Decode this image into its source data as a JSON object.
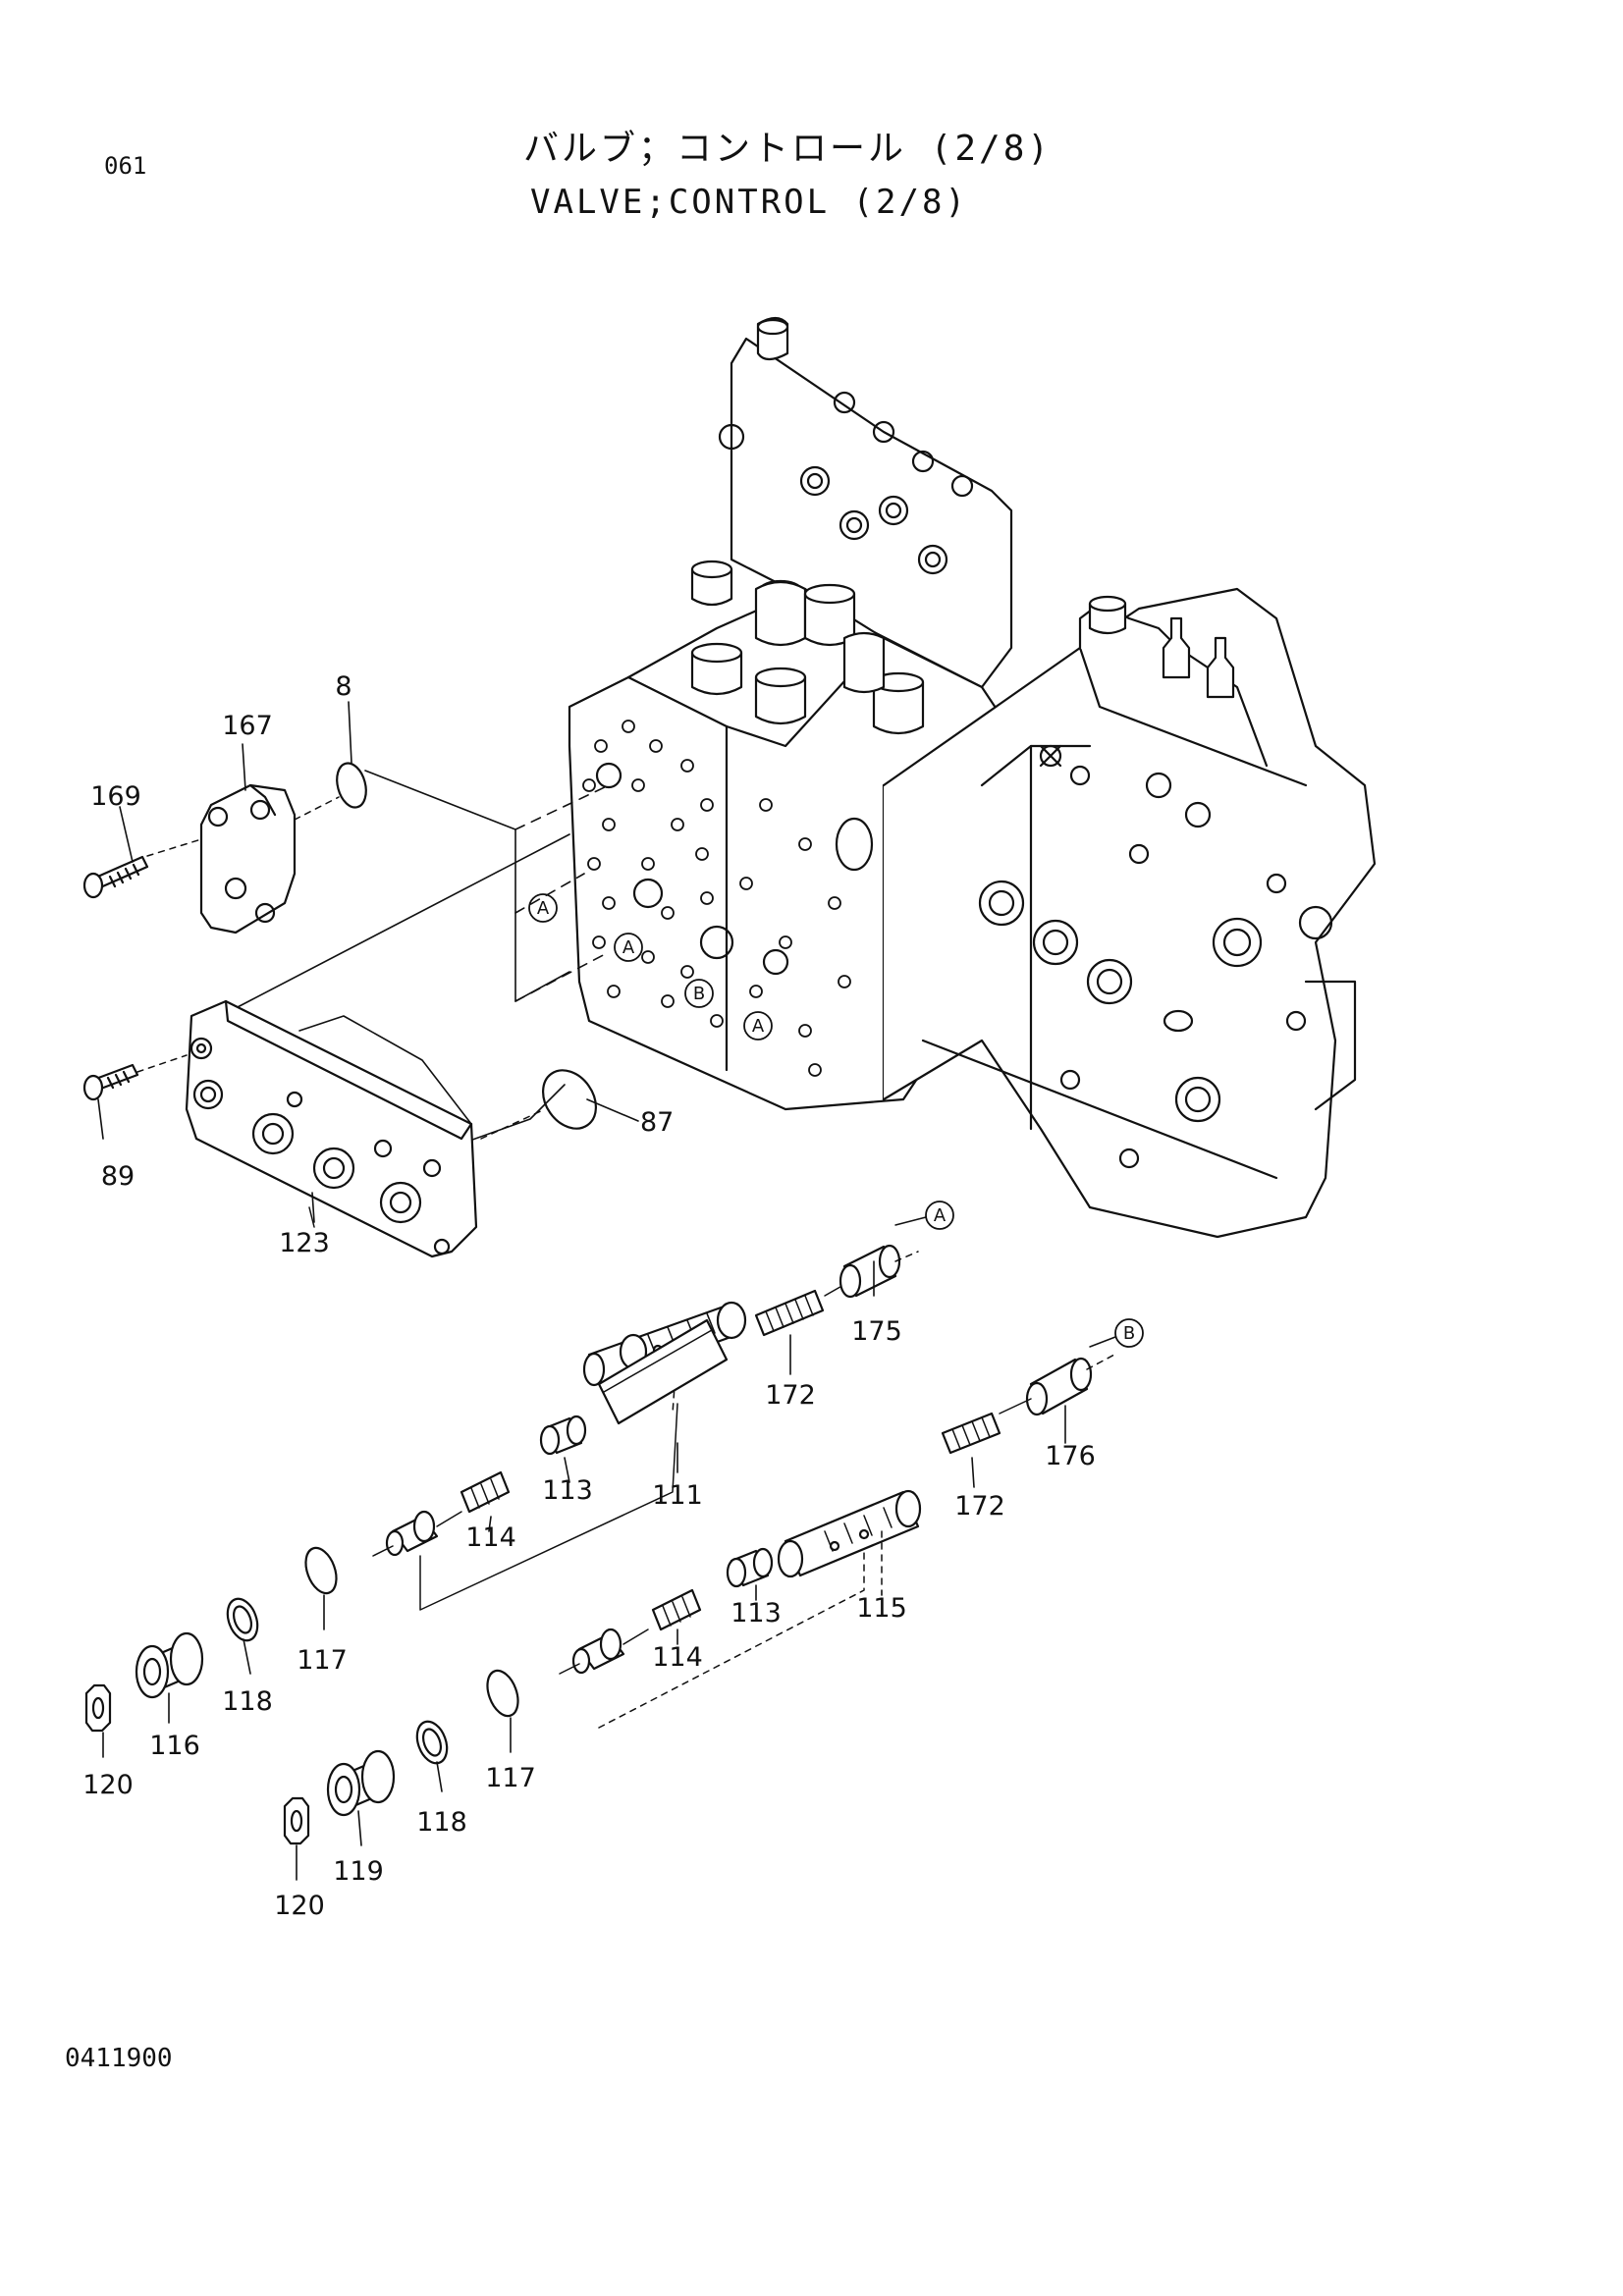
{
  "header": {
    "page_code": "061",
    "title_jp": "バルブ；コントロール (2/8)",
    "title_en": "VALVE;CONTROL (2/8)"
  },
  "footer": {
    "drawing_number": "0411900"
  },
  "part_labels": {
    "p8": "8",
    "p167": "167",
    "p169": "169",
    "p87": "87",
    "p89": "89",
    "p123": "123",
    "p175": "175",
    "p172a": "172",
    "p111": "111",
    "p113a": "113",
    "p114a": "114",
    "p117a": "117",
    "p118a": "118",
    "p116": "116",
    "p120a": "120",
    "p176": "176",
    "p172b": "172",
    "p115": "115",
    "p113b": "113",
    "p114b": "114",
    "p117b": "117",
    "p118b": "118",
    "p119": "119",
    "p120b": "120"
  },
  "callouts": {
    "a": "A",
    "b": "B"
  }
}
